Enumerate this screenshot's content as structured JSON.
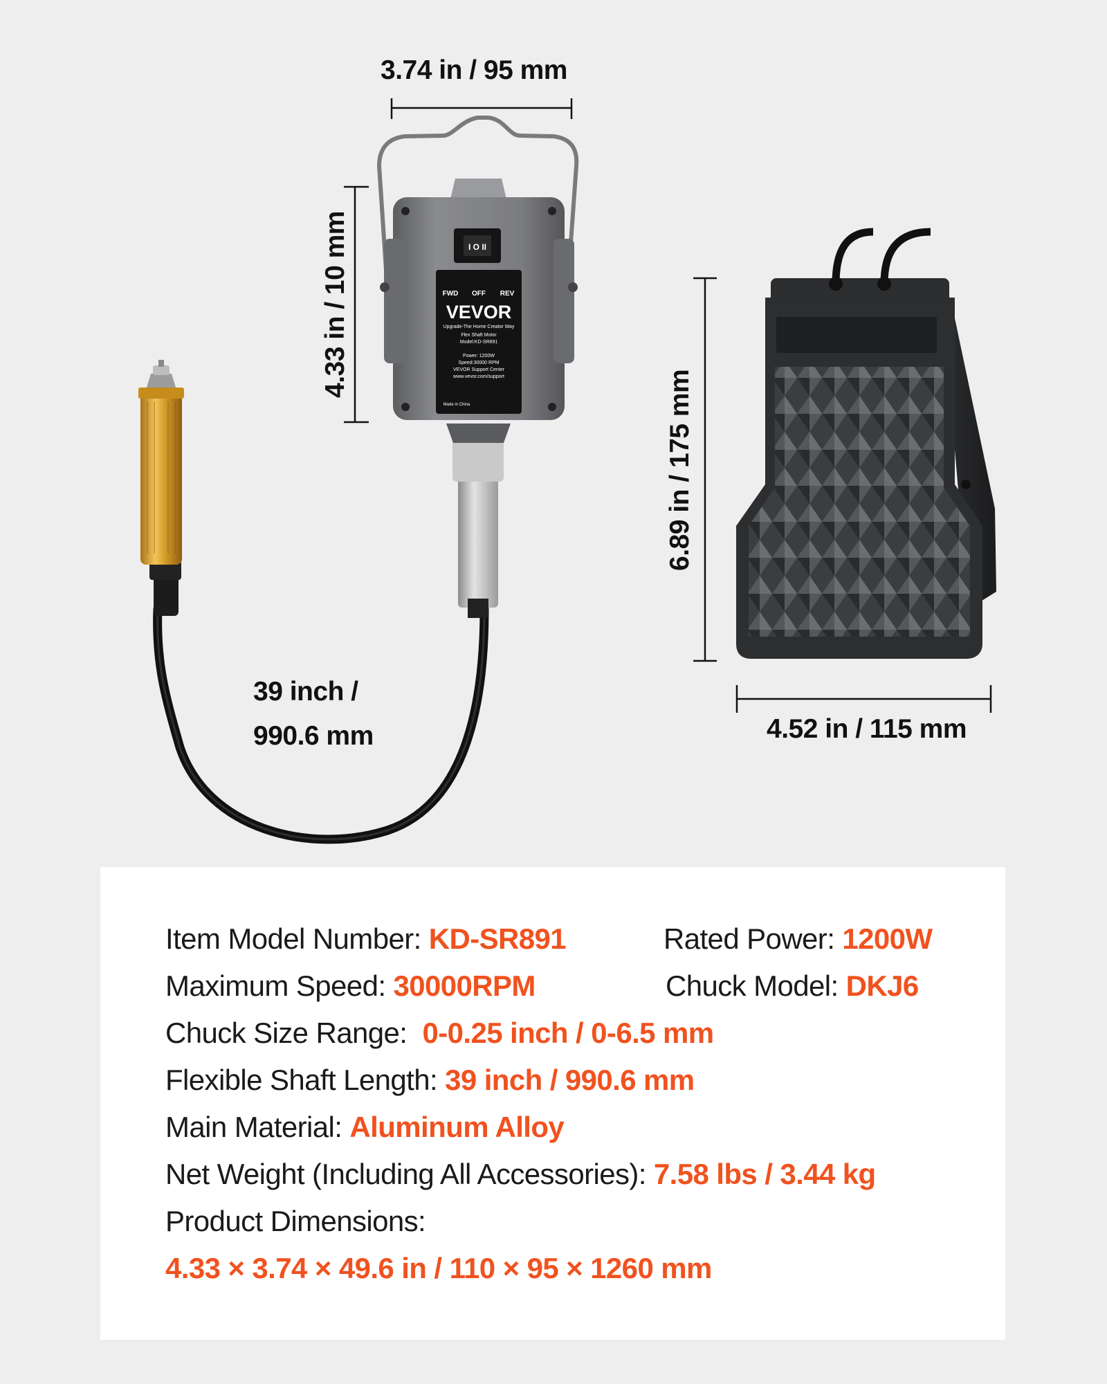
{
  "dimensions": {
    "motor_width": "3.74 in / 95 mm",
    "motor_height": "4.33 in / 10 mm",
    "pedal_height": "6.89 in / 175 mm",
    "pedal_width": "4.52 in / 115 mm",
    "shaft_length_line1": "39 inch /",
    "shaft_length_line2": "990.6 mm"
  },
  "motor_label": {
    "brand": "VEVOR",
    "tagline": "Upgrade-The Home Creator Way",
    "product": "Flex Shaft Motor",
    "model": "Model:KD-SR891",
    "power": "Power: 1200W",
    "speed": "Speed:30000 RPM",
    "support": "VEVOR Support Center",
    "url": "www.vevor.com/support",
    "origin": "Made in China",
    "switch_fwd": "FWD",
    "switch_off": "OFF",
    "switch_rev": "REV",
    "switch_glyph": "I O II"
  },
  "specs": {
    "model_label": "Item Model Number: ",
    "model_value": "KD-SR891",
    "power_label": "Rated Power: ",
    "power_value": "1200W",
    "speed_label": "Maximum Speed: ",
    "speed_value": "30000RPM",
    "chuck_label": "Chuck Model: ",
    "chuck_value": "DKJ6",
    "chuck_range_label": "Chuck Size Range:  ",
    "chuck_range_value": "0-0.25 inch / 0-6.5 mm",
    "shaft_label": "Flexible Shaft Length: ",
    "shaft_value": "39 inch / 990.6 mm",
    "material_label": "Main Material: ",
    "material_value": "Aluminum Alloy",
    "weight_label": "Net Weight (Including All Accessories): ",
    "weight_value": "7.58 lbs / 3.44 kg",
    "dimensions_label": "Product Dimensions:",
    "dimensions_value": "4.33 × 3.74 × 49.6 in / 110 × 95 × 1260 mm"
  },
  "colors": {
    "accent": "#f0521f",
    "motor_gray": "#6f7073",
    "handpiece_gold": "#d9a42c",
    "pedal_dark": "#3a3b3d"
  }
}
